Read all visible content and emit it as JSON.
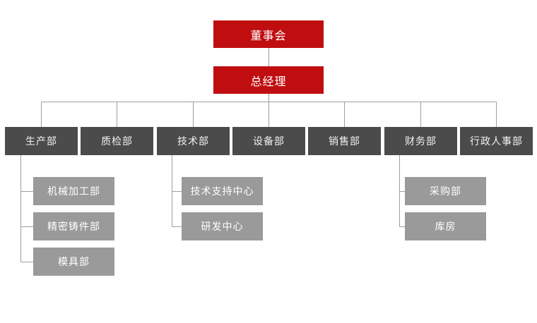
{
  "org_chart": {
    "board": {
      "label": "董事会"
    },
    "general_manager": {
      "label": "总经理"
    },
    "departments": [
      {
        "label": "生产部",
        "children": [
          {
            "label": "机械加工部"
          },
          {
            "label": "精密铸件部"
          },
          {
            "label": "模具部"
          }
        ]
      },
      {
        "label": "质检部",
        "children": []
      },
      {
        "label": "技术部",
        "children": [
          {
            "label": "技术支持中心"
          },
          {
            "label": "研发中心"
          }
        ]
      },
      {
        "label": "设备部",
        "children": []
      },
      {
        "label": "销售部",
        "children": []
      },
      {
        "label": "财务部",
        "children": [
          {
            "label": "采购部"
          },
          {
            "label": "库房"
          }
        ]
      },
      {
        "label": "行政人事部",
        "children": []
      }
    ],
    "colors": {
      "executive_box": "#C00E10",
      "department_box": "#4B4B4B",
      "sub_department_box": "#9A9A9A",
      "connector_line": "#9E9E9E",
      "box_text": "#FFFFFF",
      "page_bg": "#FFFFFF"
    }
  }
}
